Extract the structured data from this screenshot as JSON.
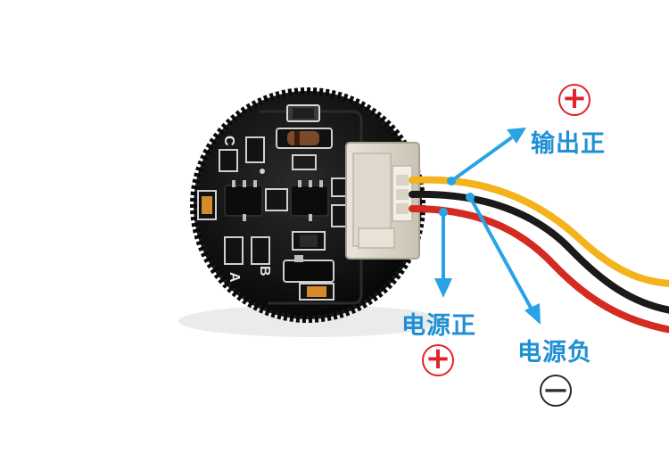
{
  "labels": {
    "output_positive": "输出正",
    "power_positive": "电源正",
    "power_negative": "电源负"
  },
  "symbols": {
    "plus": "+",
    "minus": "—"
  },
  "silkscreen": {
    "c": "C",
    "b": "B",
    "a": "A"
  },
  "colors": {
    "label_text": "#1f8fd6",
    "arrow": "#29a3e6",
    "positive_symbol": "#e2222b",
    "negative_symbol": "#2a2a2a",
    "wire_yellow": "#f4b21b",
    "wire_red": "#d42a1f",
    "wire_black": "#1a1a1a",
    "pcb": "#121212"
  }
}
